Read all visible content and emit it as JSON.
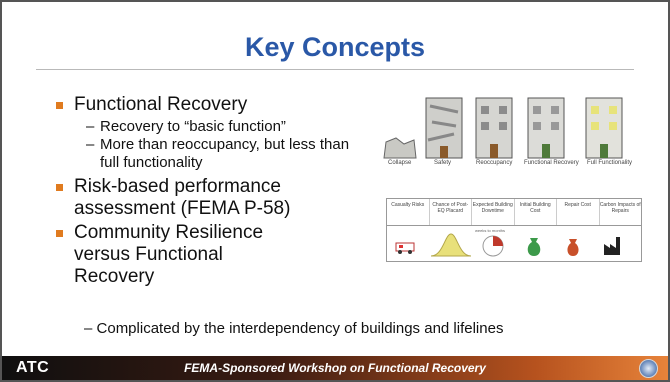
{
  "slide": {
    "title": "Key Concepts",
    "bullets": [
      {
        "text": "Functional Recovery",
        "subs": [
          "Recovery to “basic function”",
          "More than reoccupancy, but less than full functionality"
        ]
      },
      {
        "text": "Risk-based performance assessment (FEMA P-58)",
        "subs": []
      },
      {
        "text": "Community Resilience versus Functional Recovery",
        "subs": []
      }
    ],
    "bottom_sub": "Complicated by the interdependency of buildings and lifelines",
    "dash": "–"
  },
  "figure_buildings": {
    "captions": [
      "Collapse",
      "Safety",
      "Reoccupancy",
      "Functional Recovery",
      "Full Functionality"
    ]
  },
  "figure_table": {
    "headers": [
      "Casualty Risks",
      "Chance of Post-EQ Placard",
      "Expected Building Downtime",
      "Initial Building Cost",
      "Repair Cost",
      "Carbon Impacts of Repairs"
    ],
    "small_label": "weeks to months"
  },
  "footer": {
    "logo": "ATC",
    "text": "FEMA-Sponsored Workshop on Functional Recovery",
    "seal_icon": "fema-seal-icon"
  },
  "colors": {
    "title": "#2a58a7",
    "bullet": "#e07b1f",
    "footer_accent": "#e7833a"
  }
}
